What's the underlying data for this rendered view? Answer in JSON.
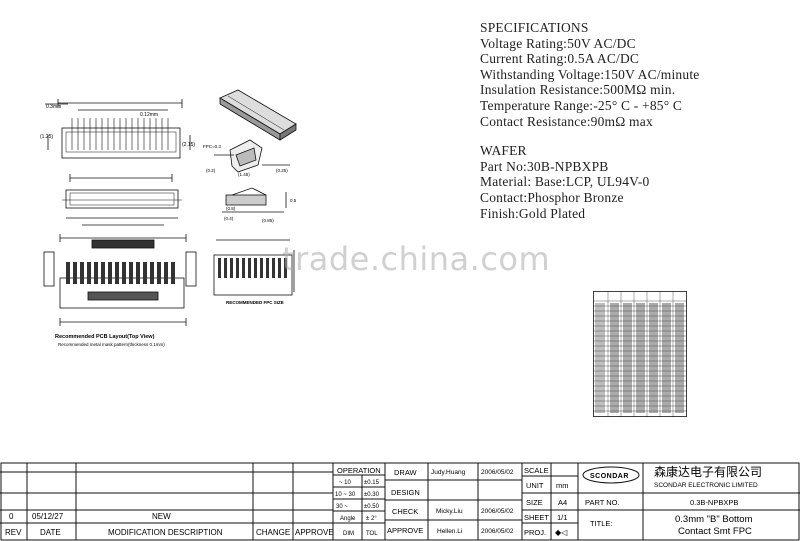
{
  "specifications": {
    "heading": "SPECIFICATIONS",
    "lines": [
      "Voltage Rating:50V AC/DC",
      "Current Rating:0.5A AC/DC",
      "Withstanding Voltage:150V AC/minute",
      "Insulation Resistance:500MΩ min.",
      "Temperature Range:-25° C - +85° C",
      "Contact Resistance:90mΩ max"
    ]
  },
  "wafer": {
    "heading": "WAFER",
    "lines": [
      "Part No:30B-NPBXPB",
      "Material: Base:LCP, UL94V-0",
      "Contact:Phosphor Bronze",
      "Finish:Gold Plated"
    ]
  },
  "watermark": "trade.china.com",
  "drawing": {
    "pcb_layout_caption": "Recommended PCB Layout(Top View)",
    "metal_mask_caption": "Recommended metal mask pattern(thickness 0.1mm)",
    "fpc_size_caption": "RECOMMENDED FPC SIZE",
    "fpc_label": "FPC=0.3",
    "dims": {
      "d1": "0.3mm",
      "d2": "(1.25)",
      "d3": "(2.15)",
      "d4": "0.12mm",
      "d5": "(0.2)",
      "d6": "(0.4)",
      "d7": "(0.85)",
      "d8": "0.5",
      "d9": "(0.8)",
      "d10": "(0.25)",
      "d11": "(1.45)"
    }
  },
  "title_block": {
    "operation_label": "OPERATION",
    "tol_rows": [
      {
        "range": "~ 10",
        "tol": "±0.15"
      },
      {
        "range": "10 ~ 30",
        "tol": "±0.30"
      },
      {
        "range": "30 ~",
        "tol": "±0.50"
      },
      {
        "range": "Angle",
        "tol": "± 2°"
      }
    ],
    "dim_label": "DIM",
    "tol_label": "TOL",
    "draw_label": "DRAW",
    "draw_name": "Judy.Huang",
    "draw_date": "2006/05/02",
    "design_label": "DESIGN",
    "check_label": "CHECK",
    "check_name": "Micky.Liu",
    "check_date": "2006/05/02",
    "approve_label": "APPROVE",
    "approve_name": "Hellen.Li",
    "approve_date": "2006/05/02",
    "scale_label": "SCALE",
    "unit_label": "UNIT",
    "unit_value": "mm",
    "size_label": "SIZE",
    "size_value": "A4",
    "sheet_label": "SHEET",
    "sheet_value": "1/1",
    "proj_label": "PROJ.",
    "proj_symbol": "◆◁",
    "company_logo": "SCONDAR",
    "company_cn": "森康达电子有限公司",
    "company_en": "SCONDAR ELECTRONIC LIMITED",
    "part_no_label": "PART NO.",
    "part_no_value": "0.3B-NPBXPB",
    "title_label": "TITLE:",
    "title_line1": "0.3mm \"B\" Bottom",
    "title_line2": "Contact Smt FPC",
    "rev_row": {
      "rev": "0",
      "date": "05/12/27",
      "desc": "NEW"
    },
    "header": {
      "rev": "REV",
      "date": "DATE",
      "desc": "MODIFICATION DESCRIPTION",
      "change": "CHANGE",
      "approve": "APPROVE"
    }
  }
}
